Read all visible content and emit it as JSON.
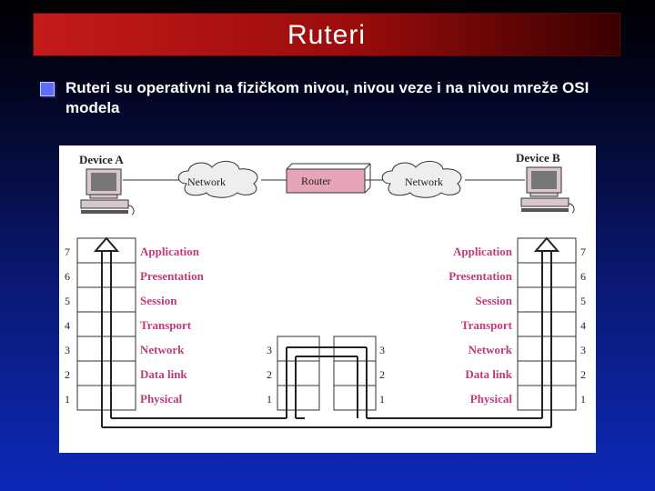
{
  "slide": {
    "title": "Ruteri",
    "bullet": "Ruteri su operativni na fizičkom nivou, nivou veze i na nivou mreže OSI modela"
  },
  "diagram": {
    "device_a": "Device A",
    "device_b": "Device B",
    "router": "Router",
    "network_left": "Network",
    "network_right": "Network",
    "layers": [
      {
        "num": "7",
        "name": "Application"
      },
      {
        "num": "6",
        "name": "Presentation"
      },
      {
        "num": "5",
        "name": "Session"
      },
      {
        "num": "4",
        "name": "Transport"
      },
      {
        "num": "3",
        "name": "Network"
      },
      {
        "num": "2",
        "name": "Data link"
      },
      {
        "num": "1",
        "name": "Physical"
      }
    ],
    "router_layers": [
      {
        "num": "3"
      },
      {
        "num": "2"
      },
      {
        "num": "1"
      }
    ]
  },
  "colors": {
    "title_bar": "#c41a1a",
    "layer_label": "#c03a7a",
    "router_box": "#e7a5b8"
  }
}
